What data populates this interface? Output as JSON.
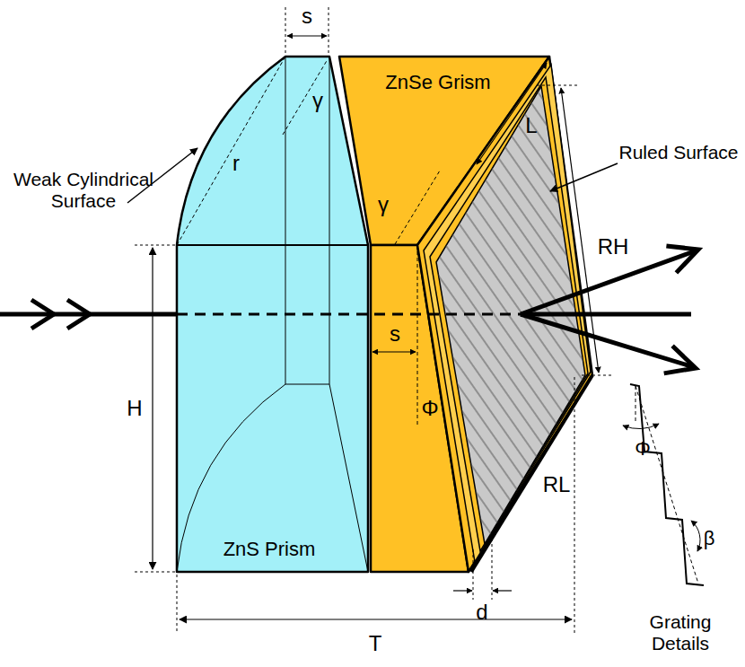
{
  "diagram": {
    "labels": [
      "s",
      "γ",
      "ZnSe Grism",
      "Weak Cylindrical Surface",
      "r",
      "Ruled Surface",
      "L",
      "γ",
      "RH",
      "s",
      "H",
      "Φ",
      "Φ",
      "RL",
      "β",
      "Grating Details",
      "ZnS Prism",
      "d",
      "T"
    ]
  }
}
